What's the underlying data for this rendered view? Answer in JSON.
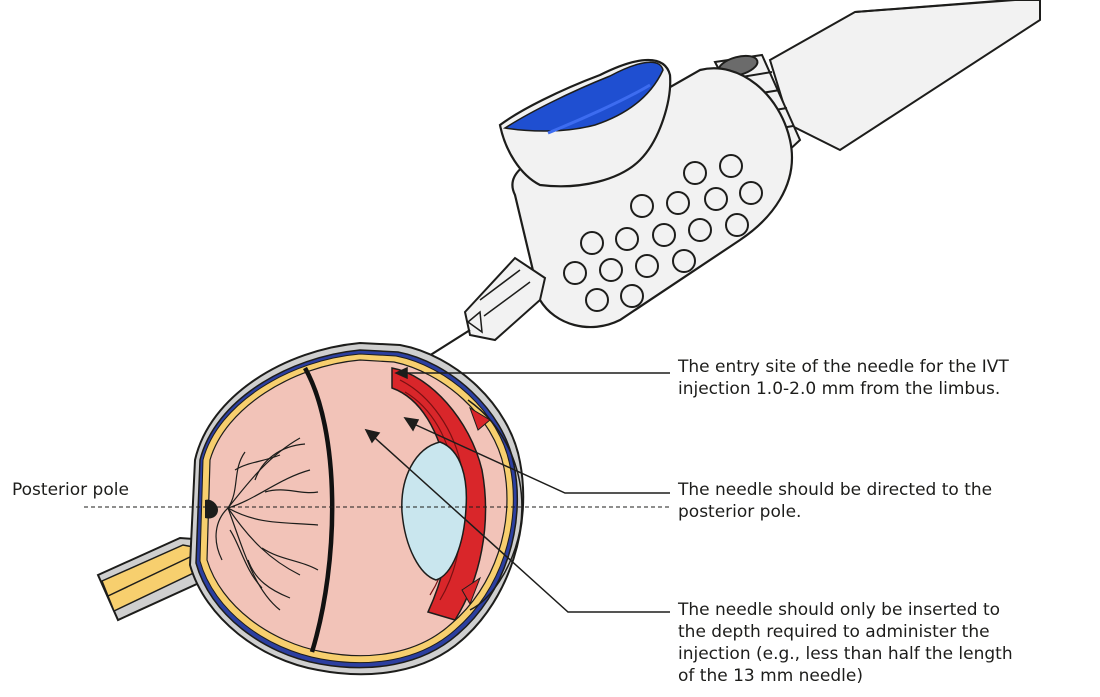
{
  "labels": {
    "posterior_pole": "Posterior pole"
  },
  "annotations": {
    "entry_site": {
      "lines": [
        "The entry site of the needle for the IVT",
        "injection 1.0-2.0 mm from the limbus."
      ]
    },
    "direction": {
      "lines": [
        "The needle should be directed to the",
        "posterior pole."
      ]
    },
    "depth": {
      "lines": [
        "The needle should only be inserted to",
        "the depth required to administer the",
        "injection (e.g., less than half the length",
        "of the 13 mm needle)"
      ]
    }
  },
  "colors": {
    "globe_fill": "#f2c3b8",
    "sclera": "#c9c9c9",
    "choroid": "#2c3fa0",
    "retina": "#f7cf6e",
    "lens": "#c9e6ee",
    "ciliary_muscle": "#d9262a",
    "plunger": "#1f4fd1",
    "syringe_body": "#f2f2f2",
    "outline": "#1d1d1b"
  }
}
